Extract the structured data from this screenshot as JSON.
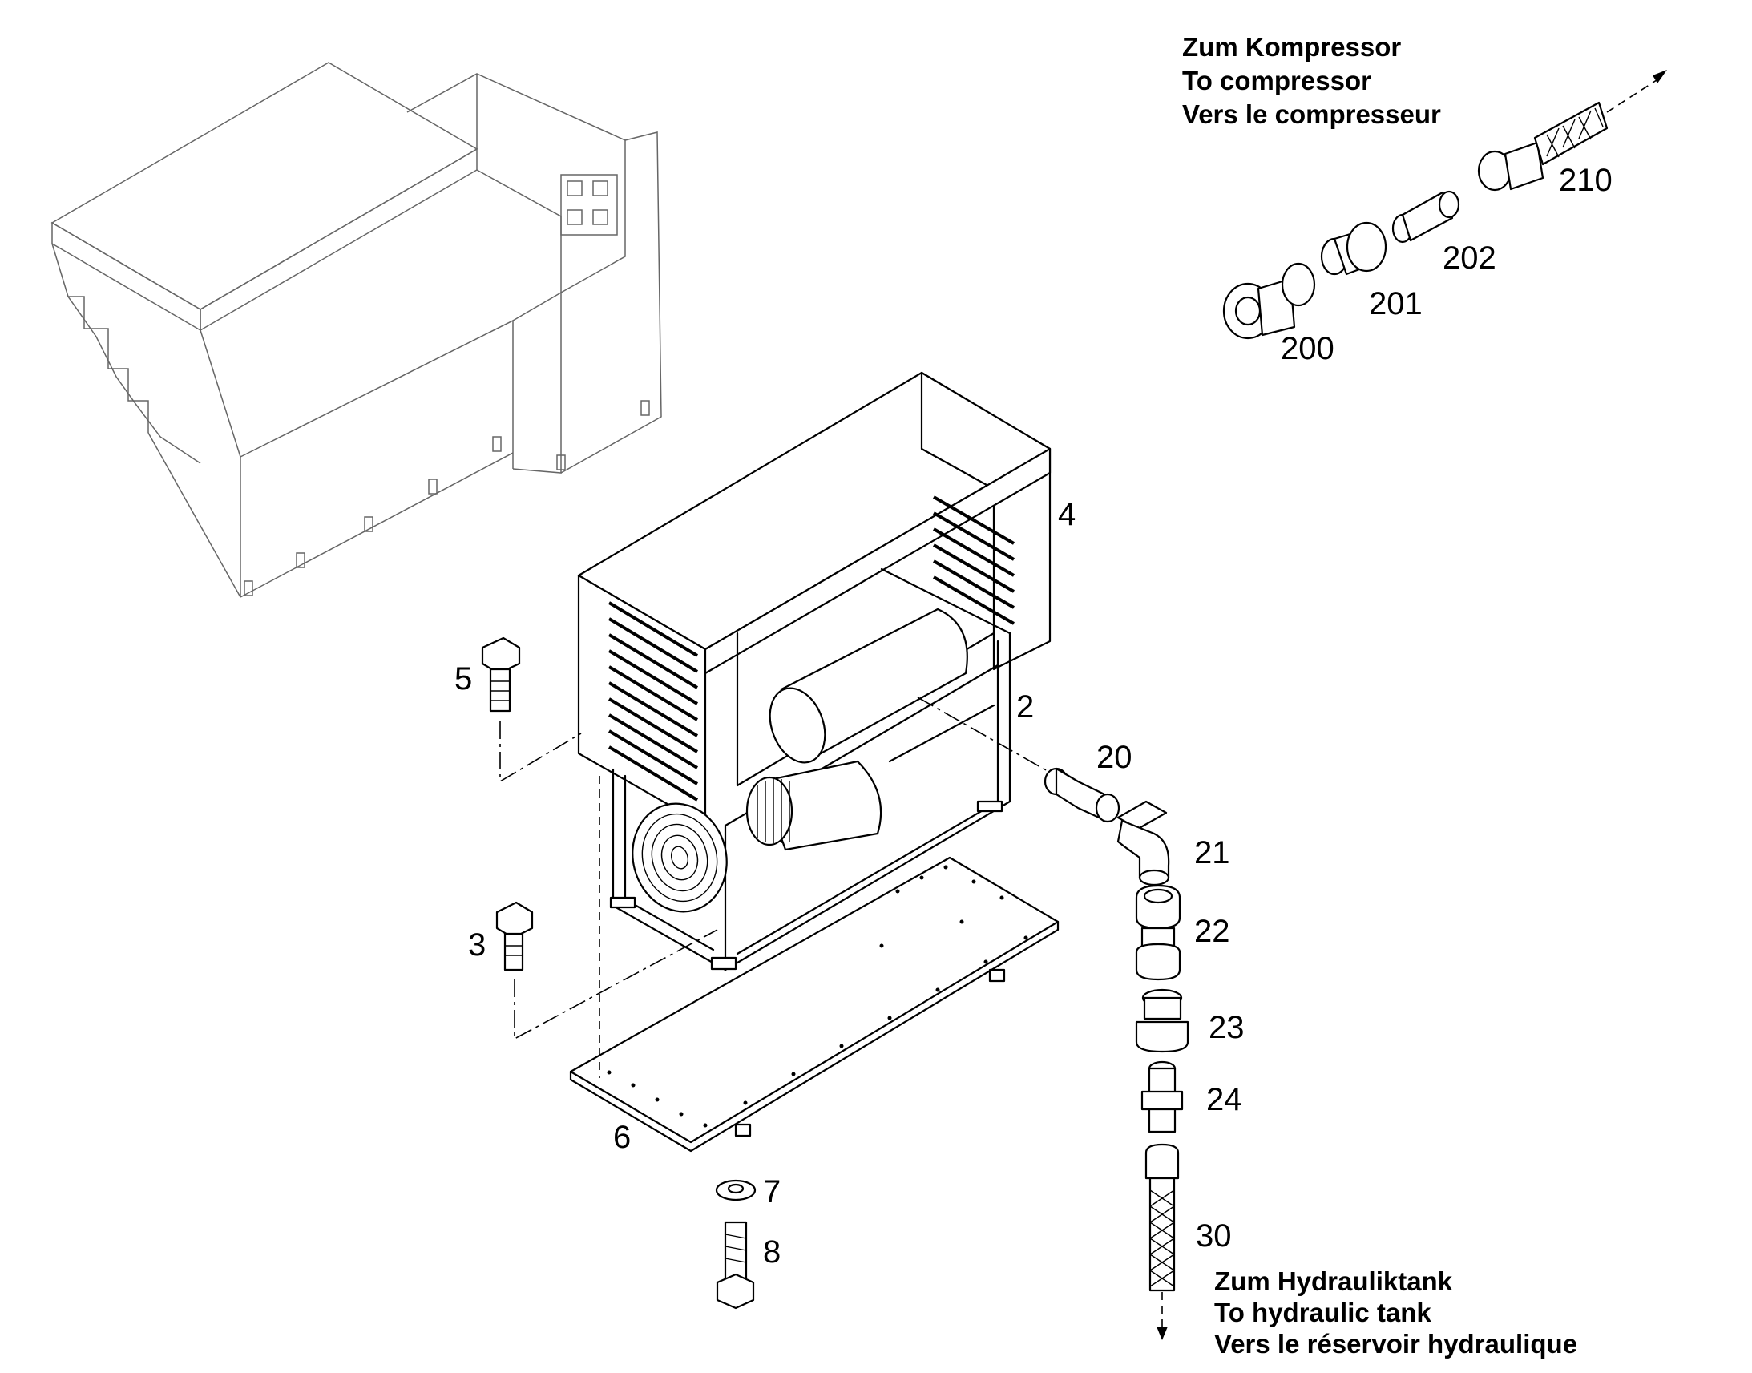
{
  "parts": [
    {
      "id": "p4",
      "label": "4"
    },
    {
      "id": "p2",
      "label": "2"
    },
    {
      "id": "p5",
      "label": "5"
    },
    {
      "id": "p3",
      "label": "3"
    },
    {
      "id": "p6",
      "label": "6"
    },
    {
      "id": "p7",
      "label": "7"
    },
    {
      "id": "p8",
      "label": "8"
    },
    {
      "id": "p20",
      "label": "20"
    },
    {
      "id": "p21",
      "label": "21"
    },
    {
      "id": "p22",
      "label": "22"
    },
    {
      "id": "p23",
      "label": "23"
    },
    {
      "id": "p24",
      "label": "24"
    },
    {
      "id": "p30",
      "label": "30"
    },
    {
      "id": "p200",
      "label": "200"
    },
    {
      "id": "p201",
      "label": "201"
    },
    {
      "id": "p202",
      "label": "202"
    },
    {
      "id": "p210",
      "label": "210"
    }
  ],
  "directions": {
    "compressor": [
      "Zum Kompressor",
      "To compressor",
      "Vers le compresseur"
    ],
    "hydraulic_tank": [
      "Zum Hydrauliktank",
      "To hydraulic tank",
      "Vers le réservoir hydraulique"
    ]
  }
}
